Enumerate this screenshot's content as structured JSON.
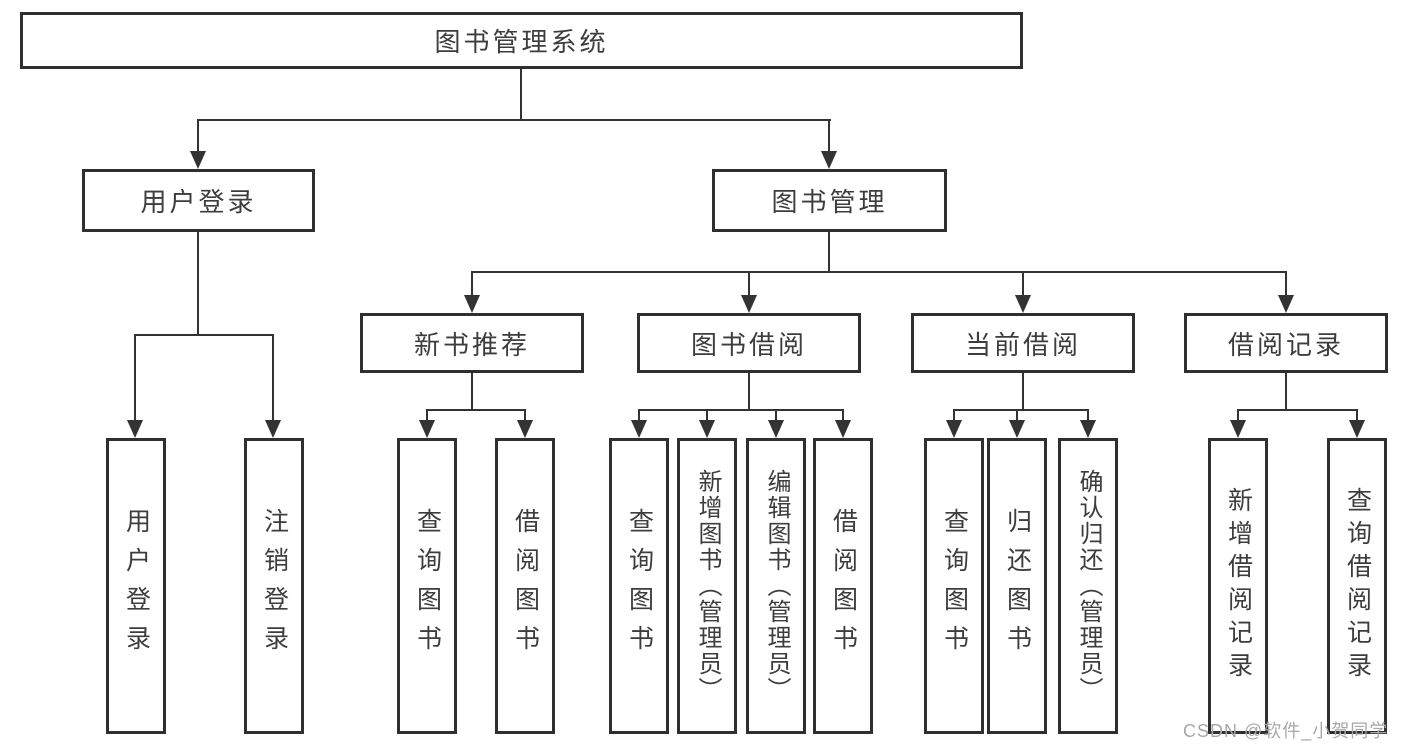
{
  "diagram": {
    "root": {
      "label": "图书管理系统"
    },
    "branches": [
      {
        "label": "用户登录",
        "children": [
          {
            "label": "用户登录"
          },
          {
            "label": "注销登录"
          }
        ]
      },
      {
        "label": "图书管理",
        "children": [
          {
            "label": "新书推荐",
            "children": [
              {
                "label": "查询图书"
              },
              {
                "label": "借阅图书"
              }
            ]
          },
          {
            "label": "图书借阅",
            "children": [
              {
                "label": "查询图书"
              },
              {
                "label": "新增图书（管理员）"
              },
              {
                "label": "编辑图书（管理员）"
              },
              {
                "label": "借阅图书"
              }
            ]
          },
          {
            "label": "当前借阅",
            "children": [
              {
                "label": "查询图书"
              },
              {
                "label": "归还图书"
              },
              {
                "label": "确认归还（管理员）"
              }
            ]
          },
          {
            "label": "借阅记录",
            "children": [
              {
                "label": "新增借阅记录"
              },
              {
                "label": "查询借阅记录"
              }
            ]
          }
        ]
      }
    ]
  },
  "watermark": {
    "text": "CSDN @软件_小贺同学"
  },
  "colors": {
    "line": "#333333",
    "box_border": "#2f2f2f",
    "text": "#3d3d3d",
    "watermark": "#a8a8a8",
    "background": "#ffffff"
  }
}
